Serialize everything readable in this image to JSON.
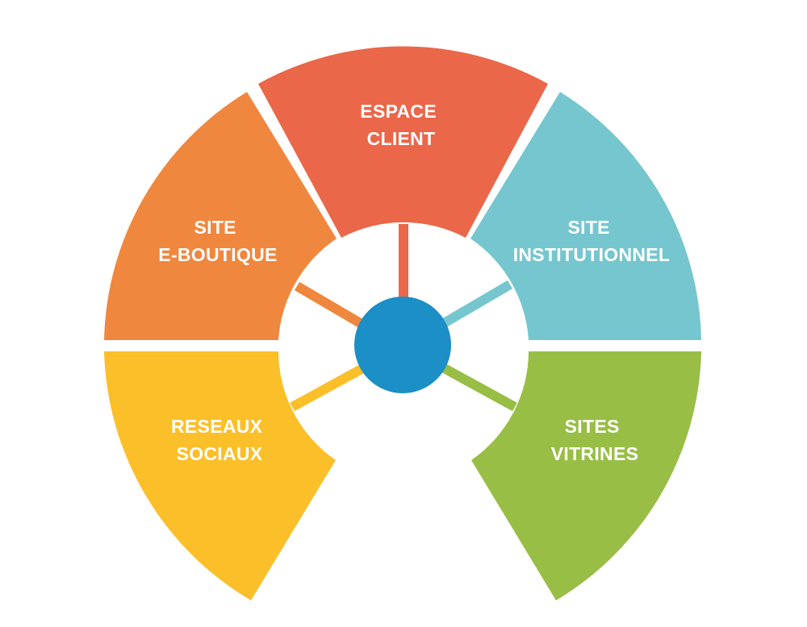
{
  "segments": [
    {
      "id": "site-e-boutique",
      "lines": [
        "SITE",
        "E-BOUTIQUE"
      ],
      "color": "#F0873E"
    },
    {
      "id": "espace-client",
      "lines": [
        "ESPACE",
        "CLIENT"
      ],
      "color": "#EA6749"
    },
    {
      "id": "site-institutionnel",
      "lines": [
        "SITE",
        "INSTITUTIONNEL"
      ],
      "color": "#76C6CF"
    },
    {
      "id": "reseaux-sociaux",
      "lines": [
        "RESEAUX",
        "SOCIAUX"
      ],
      "color": "#FBBF2A"
    },
    {
      "id": "sites-vitrines",
      "lines": [
        "SITES",
        "VITRINES"
      ],
      "color": "#98BE46"
    }
  ],
  "hub": {
    "color": "#1B8FC6"
  }
}
